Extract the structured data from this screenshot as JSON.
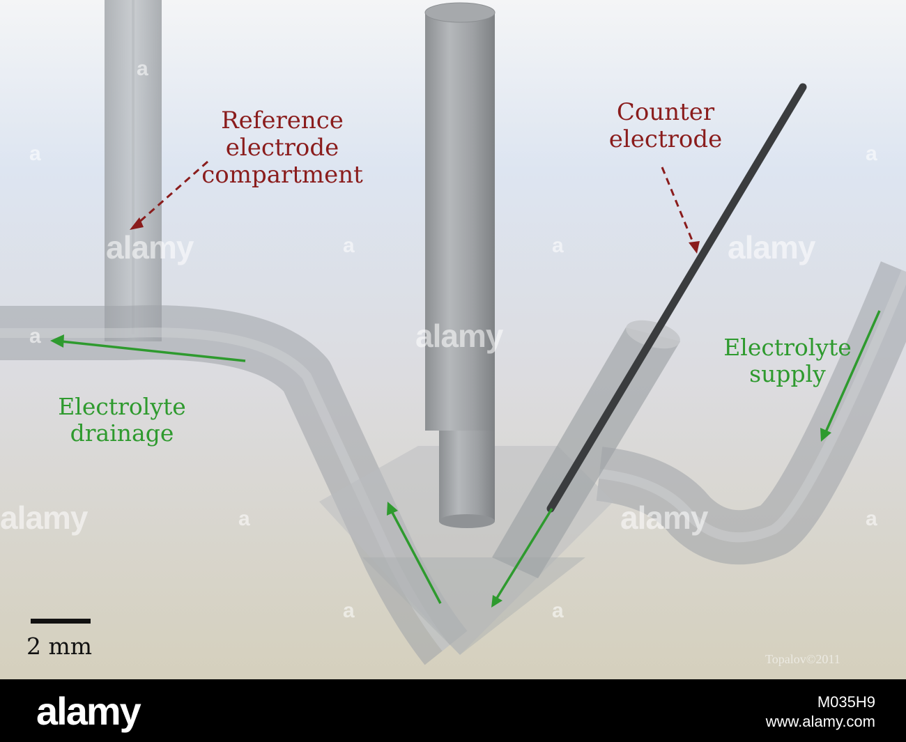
{
  "labels": {
    "reference_line1": "Reference",
    "reference_line2": "electrode",
    "reference_line3": "compartment",
    "counter_line1": "Counter",
    "counter_line2": "electrode",
    "drainage_line1": "Electrolyte",
    "drainage_line2": "drainage",
    "supply_line1": "Electrolyte",
    "supply_line2": "supply"
  },
  "scale_bar": {
    "text": "2 mm"
  },
  "copyright": "Topalov©2011",
  "watermark": {
    "brand": "alamy",
    "letter": "a"
  },
  "footer": {
    "logo": "alamy",
    "image_id": "M035H9",
    "url": "www.alamy.com"
  },
  "colors": {
    "label_red": "#8a1c1c",
    "arrow_green": "#2e9a2e",
    "tube_gray": "#a8abae",
    "bg_top": "#dfe7f2",
    "bg_bottom": "#d6d1bf"
  }
}
